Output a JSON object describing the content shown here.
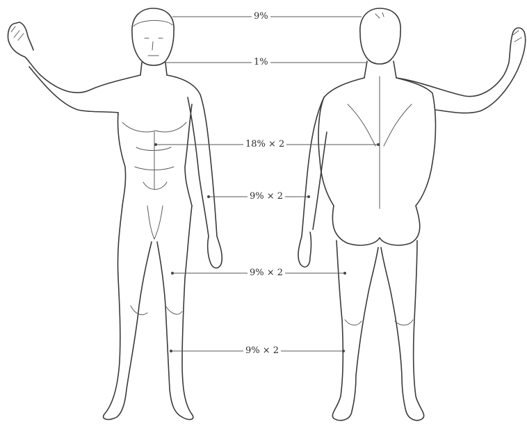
{
  "labels": {
    "head": "9%",
    "neck": "1%",
    "trunk": "18% × 2",
    "arm": "9% × 2",
    "thigh": "9% × 2",
    "lower_leg": "9% × 2"
  },
  "figures": [
    "front-view",
    "back-view"
  ],
  "colors": {
    "line": "#3a3a3a",
    "background": "#ffffff"
  }
}
